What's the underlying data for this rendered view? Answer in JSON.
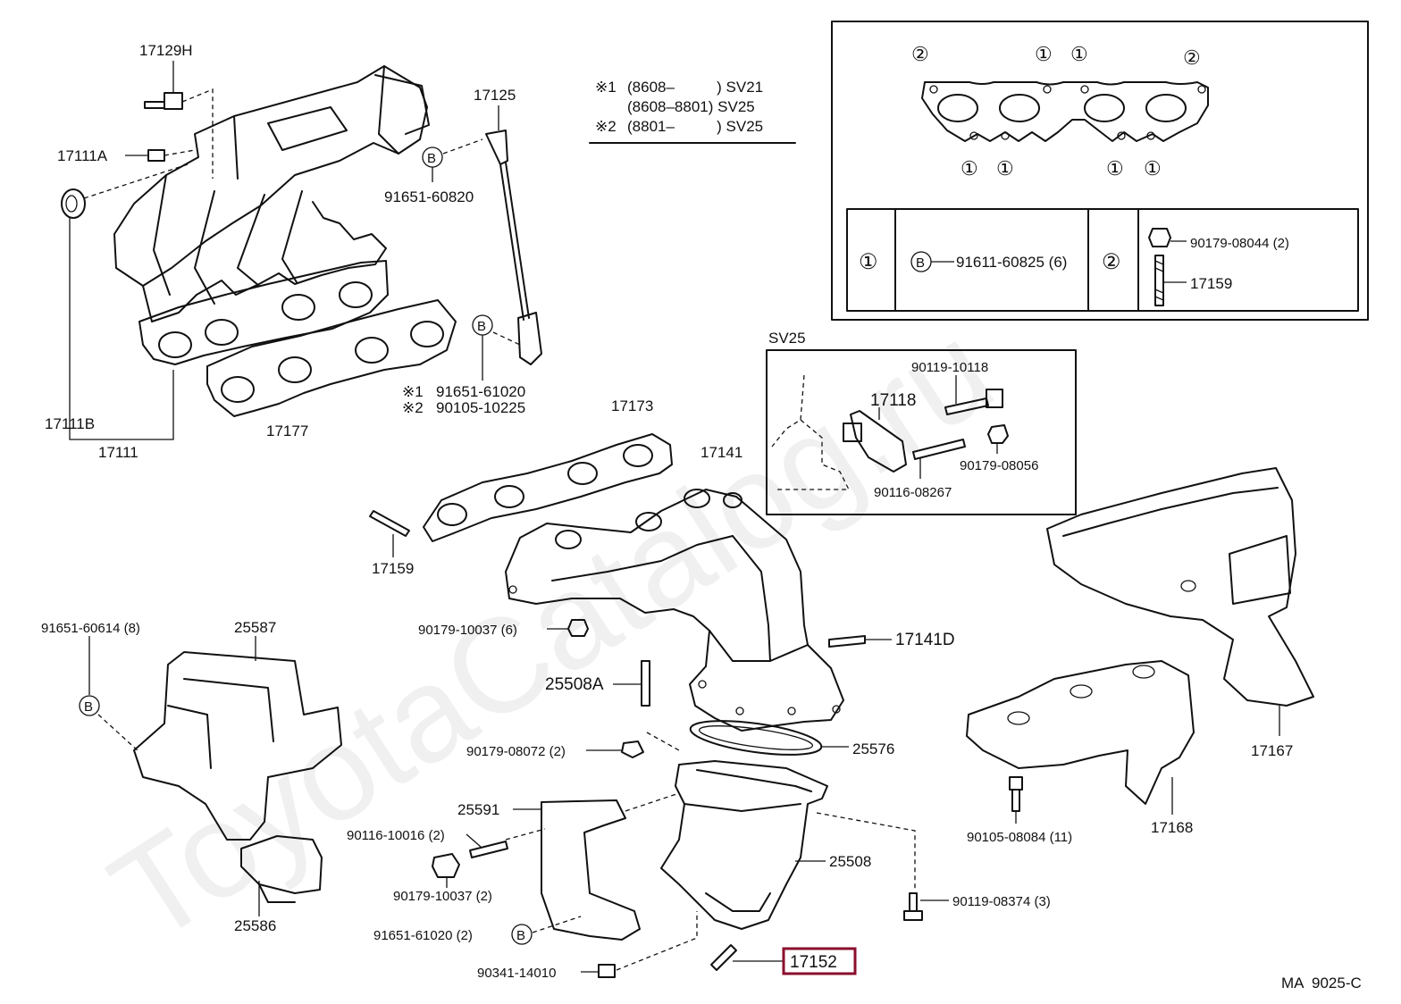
{
  "watermark": "ToyotaCatalog.ru",
  "figure_code": "MA  9025-C",
  "legend_notes": {
    "line1_mark": "※1",
    "line1_text": "(8608–          ) SV21",
    "line2_text": "(8608–8801) SV25",
    "line3_mark": "※2",
    "line3_text": "(8801–          ) SV25"
  },
  "gasket_inset": {
    "top_marks": [
      "②",
      "①",
      "①",
      "②"
    ],
    "bottom_marks": [
      "①",
      "①",
      "①",
      "①"
    ],
    "table": {
      "cell1_mark": "①",
      "cell1_b": "B",
      "cell1_part": "91611-60825 (6)",
      "cell2_mark": "②",
      "cell2_part_a": "90179-08044 (2)",
      "cell2_part_b": "17159"
    }
  },
  "sv25_inset": {
    "title": "SV25",
    "parts": [
      "90119-10118",
      "17118",
      "90179-08056",
      "90116-08267"
    ]
  },
  "callouts": {
    "p17129H": "17129H",
    "p17125": "17125",
    "p17111A": "17111A",
    "b1": "B",
    "p91651_60820": "91651-60820",
    "p17111B": "17111B",
    "p17111": "17111",
    "p17177": "17177",
    "b2": "B",
    "p91651_61020_mark": "※1",
    "p91651_61020": "91651-61020",
    "p90105_10225_mark": "※2",
    "p90105_10225": "90105-10225",
    "p17173": "17173",
    "p17141": "17141",
    "p17159": "17159",
    "p91651_60614": "91651-60614 (8)",
    "p25587": "25587",
    "b3": "B",
    "p90179_10037_6": "90179-10037 (6)",
    "p17141D": "17141D",
    "p25508A": "25508A",
    "p90179_08072": "90179-08072 (2)",
    "p25576": "25576",
    "p25591": "25591",
    "p90116_10016": "90116-10016 (2)",
    "p90179_10037_2": "90179-10037 (2)",
    "p25508": "25508",
    "p25586": "25586",
    "p91651_61020_2": "91651-61020 (2)",
    "b4": "B",
    "p90119_08374": "90119-08374 (3)",
    "p90341_14010": "90341-14010",
    "p17152": "17152",
    "p17167": "17167",
    "p17168": "17168",
    "p90105_08084": "90105-08084 (11)"
  },
  "highlight_color": "#8b0d2c"
}
